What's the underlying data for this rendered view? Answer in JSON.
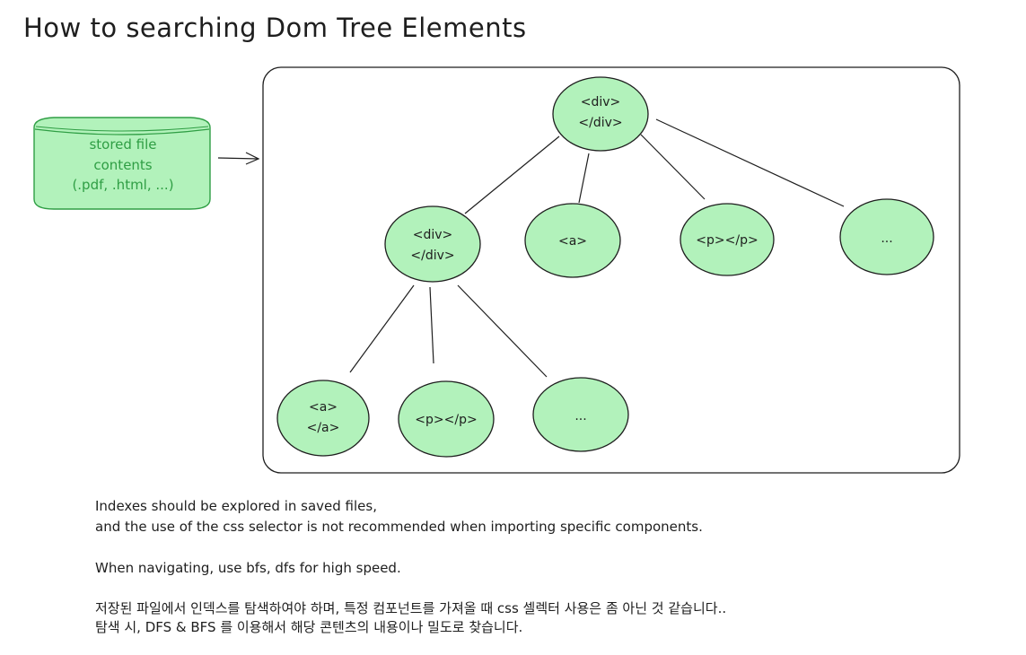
{
  "title": "How to searching Dom Tree Elements",
  "storage": {
    "lines": [
      "stored file",
      "contents",
      "(.pdf, .html, ...)"
    ]
  },
  "tree": {
    "root": [
      "<div>",
      "</div>"
    ],
    "level1": [
      [
        "<div>",
        "</div>"
      ],
      [
        "<a>"
      ],
      [
        "<p></p>"
      ],
      [
        "..."
      ]
    ],
    "level2": [
      [
        "<a>",
        "</a>"
      ],
      [
        "<p></p>"
      ],
      [
        "..."
      ]
    ]
  },
  "notes": {
    "line1": "Indexes should be explored in saved files,",
    "line2": "and the use of the css selector is not recommended when importing specific components.",
    "line3": "When navigating, use bfs, dfs for high speed.",
    "line4": "저장된 파일에서 인덱스를 탐색하여야 하며, 특정 컴포넌트를 가져올 때 css 셀렉터 사용은 좀 아닌 것 같습니다..",
    "line5": "탐색 시, DFS & BFS 를 이용해서 해당 콘텐츠의 내용이나 밀도로 찾습니다."
  },
  "colors": {
    "node_fill": "#b2f2bb",
    "stroke": "#1e1e1e",
    "storage_stroke": "#2f9e44"
  }
}
